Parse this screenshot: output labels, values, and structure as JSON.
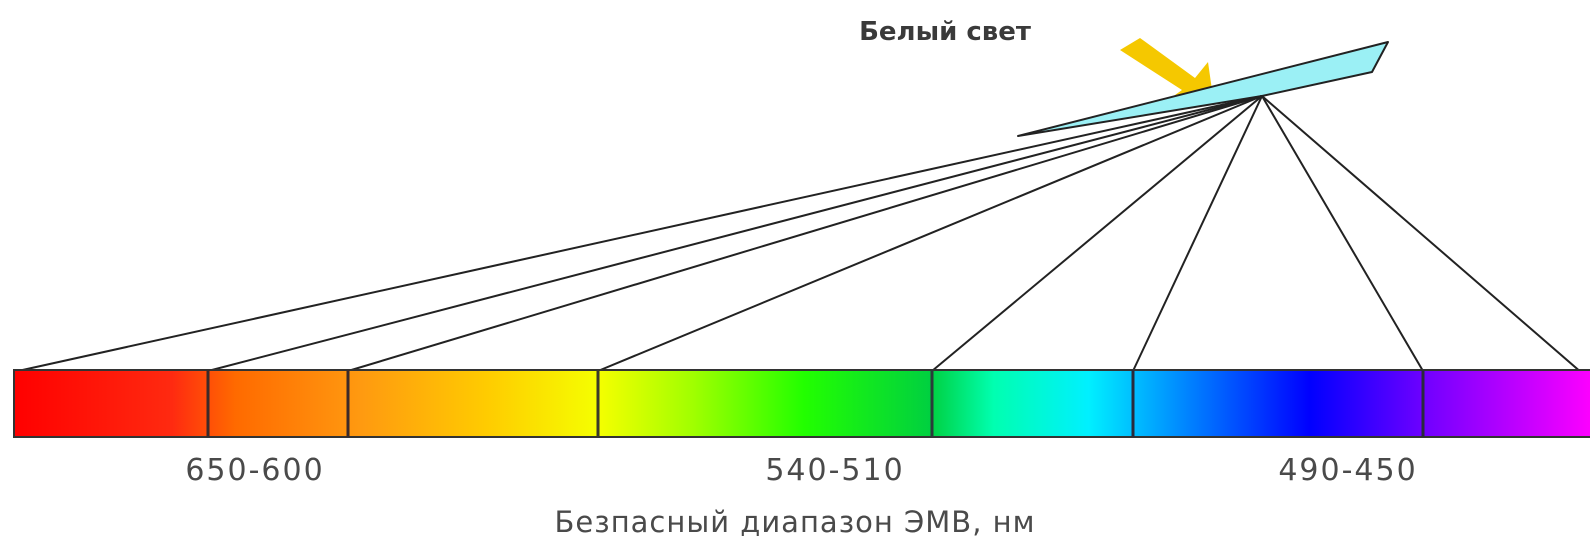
{
  "diagram": {
    "title": "Белый свет",
    "range_labels": [
      "650-600",
      "540-510",
      "490-450"
    ],
    "axis_caption": "Безпасный диапазон ЭМВ, нм"
  },
  "colors": {
    "arrow": "#f5c800",
    "prism_fill": "#9bf0f5",
    "line": "#222222",
    "spectrum": [
      "#ff0000",
      "#ff6a00",
      "#ffcc00",
      "#f5ff00",
      "#4cff00",
      "#00cc33",
      "#00ffe0",
      "#00e5ff",
      "#0066ff",
      "#0000ff",
      "#8800ff",
      "#ff00ff"
    ]
  }
}
